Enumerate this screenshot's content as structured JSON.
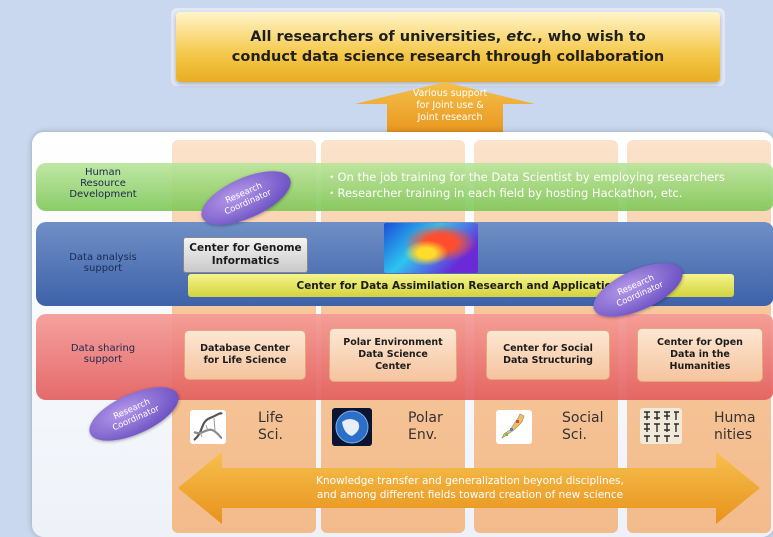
{
  "banner": {
    "line1": "All researchers of universities, etc., who wish to",
    "line2": "conduct data science research through collaboration"
  },
  "arrow_up": {
    "line1": "Various support",
    "line2": "for Joint use &",
    "line3": "Joint research"
  },
  "rows": {
    "hr": {
      "line1": "Human",
      "line2": "Resource",
      "line3": "Development"
    },
    "da": {
      "line1": "Data analysis",
      "line2": "support"
    },
    "ds": {
      "line1": "Data sharing",
      "line2": "support"
    }
  },
  "hr_text": {
    "line1": "・On the job training for the Data Scientist by employing researchers",
    "line2": "・Researcher training in each field by hosting Hackathon, etc."
  },
  "coordinator": {
    "line1": "Research",
    "line2": "Coordinator"
  },
  "genome": {
    "line1": "Center for Genome",
    "line2": "Informatics"
  },
  "assim": "Center for Data Assimilation Research and Applications",
  "centers": {
    "life": {
      "line1": "Database Center",
      "line2": "for Life Science"
    },
    "polar": {
      "line1": "Polar Environment",
      "line2": "Data Science",
      "line3": "Center"
    },
    "social": {
      "line1": "Center for Social",
      "line2": "Data Structuring"
    },
    "hum": {
      "line1": "Center for Open",
      "line2": "Data in the",
      "line3": "Humanities"
    }
  },
  "fields": {
    "life": {
      "line1": "Life",
      "line2": "Sci.",
      "icon": "dna-icon"
    },
    "polar": {
      "line1": "Polar",
      "line2": "Env.",
      "icon": "globe-icon"
    },
    "social": {
      "line1": "Social",
      "line2": "Sci.",
      "icon": "japan-map-icon"
    },
    "hum": {
      "line1": "Huma",
      "line2": "nities",
      "icon": "classical-text-icon"
    }
  },
  "bottom": {
    "line1": "Knowledge transfer and generalization beyond disciplines,",
    "line2": "and among different fields toward creation of new science"
  },
  "colors": {
    "banner": "#f5c84a",
    "arrow": "#f0a52b",
    "hr_row": "#7dc756",
    "da_row": "#3e62a9",
    "ds_row": "#e35e5e",
    "coordinator": "#7257c7",
    "column": "#f7c89d"
  }
}
